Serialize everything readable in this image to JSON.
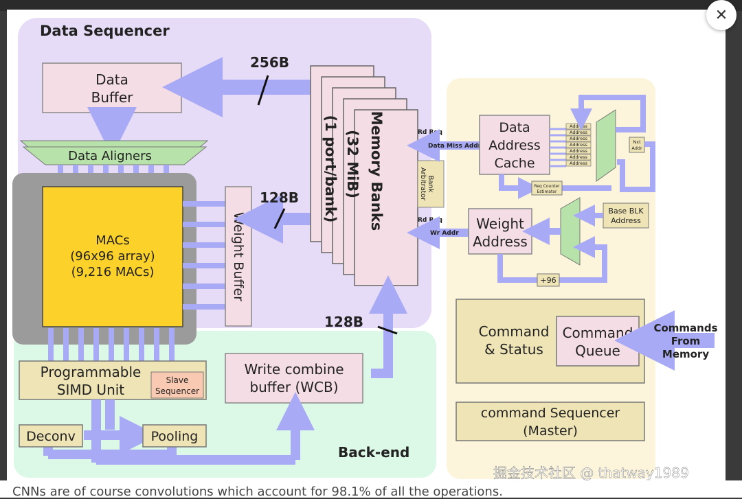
{
  "page": {
    "bottom_text": "CNNs are of course convolutions which account for 98.1% of all the operations.",
    "close_glyph": "✕"
  },
  "diagram": {
    "data_sequencer": "Data Sequencer",
    "data_buffer": [
      "Data",
      "Buffer"
    ],
    "data_aligners": "Data Aligners",
    "macs": [
      "MACs",
      "(96x96 array)",
      "(9,216 MACs)"
    ],
    "weight_buffer": "Weight Buffer",
    "memory_banks": [
      "Memory Banks",
      "(32 MiB)",
      "(1 port/bank)"
    ],
    "bank_arbitrator": [
      "Bank",
      "Arbitrator"
    ],
    "width_256": "256B",
    "width_128_top": "128B",
    "width_128_bottom": "128B",
    "rd_req_1": "Rd Req",
    "data_miss_addr": "Data Miss Addr",
    "rd_req_2": "Rd Req",
    "wr_addr": "Wr Addr",
    "data_address_cache": [
      "Data",
      "Address",
      "Cache"
    ],
    "address_reg": "Address",
    "nxt_addr": [
      "Nxt",
      "Addr"
    ],
    "req_counter": [
      "Req Counter",
      "Estimator"
    ],
    "weight_address": [
      "Weight",
      "Address"
    ],
    "base_blk": [
      "Base BLK",
      "Address"
    ],
    "plus96": "+96",
    "command_status": [
      "Command",
      "& Status"
    ],
    "command_queue": [
      "Command",
      "Queue"
    ],
    "commands_from_memory": [
      "Commands",
      "From",
      "Memory"
    ],
    "command_sequencer": [
      "command Sequencer",
      "(Master)"
    ],
    "simd": [
      "Programmable",
      "SIMD Unit"
    ],
    "slave_sequencer": [
      "Slave",
      "Sequencer"
    ],
    "wcb": [
      "Write combine",
      "buffer (WCB)"
    ],
    "deconv": "Deconv",
    "pooling": "Pooling",
    "back_end": "Back-end",
    "watermark": "掘金技术社区 @ thatway1989"
  },
  "colors": {
    "sequencer_bg": "#e6dcf7",
    "backend_bg": "#dcf8e7",
    "control_bg": "#fcf5dc",
    "box_pink": "#f5dde6",
    "box_tan": "#efe4b6",
    "macs_yellow": "#fcd12a",
    "macs_gray": "#9b9b9b",
    "arrow": "#a9aaf5",
    "green": "#b7e2a9"
  }
}
